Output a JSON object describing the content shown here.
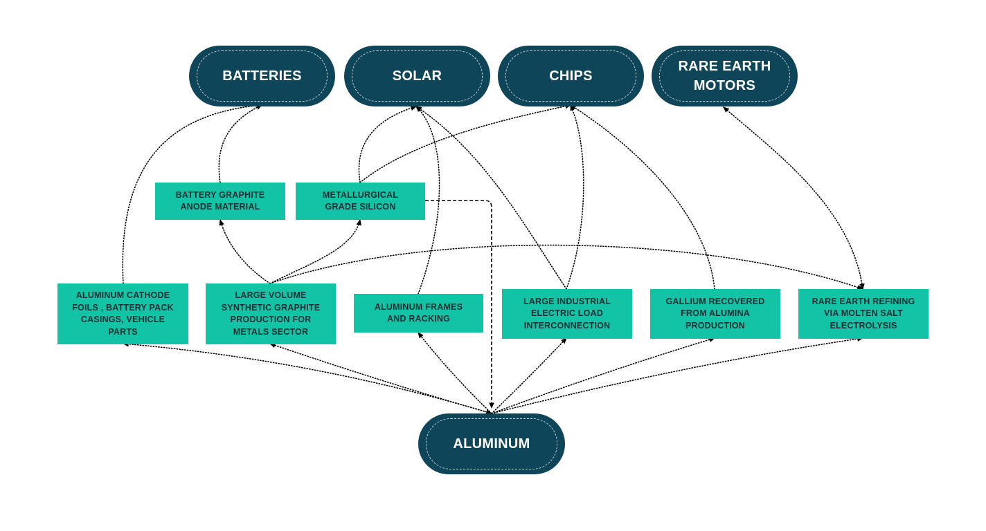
{
  "colors": {
    "pill_fill": "#0e4558",
    "box_fill": "#12c3a6",
    "box_text": "#1f2d33",
    "pill_text": "#ffffff",
    "connector": "#000000"
  },
  "applications": {
    "batteries": "BATTERIES",
    "solar": "SOLAR",
    "chips": "CHIPS",
    "rare_earth_motors": "RARE EARTH\nMOTORS"
  },
  "intermediates": {
    "battery_graphite": "BATTERY GRAPHITE\nANODE MATERIAL",
    "metallurgical_silicon": "METALLURGICAL\nGRADE SILICON"
  },
  "enablers": {
    "cathode_foils": "ALUMINUM CATHODE\nFOILS , BATTERY PACK\nCASINGS, VEHICLE\nPARTS",
    "synthetic_graphite": "LARGE VOLUME\nSYNTHETIC GRAPHITE\nPRODUCTION FOR\nMETALS SECTOR",
    "frames_racking": "ALUMINUM FRAMES\nAND RACKING",
    "electric_load": "LARGE INDUSTRIAL\nELECTRIC LOAD\nINTERCONNECTION",
    "gallium": "GALLIUM RECOVERED\nFROM ALUMINA\nPRODUCTION",
    "rare_earth_refining": "RARE EARTH REFINING\nVIA MOLTEN SALT\nELECTROLYSIS"
  },
  "source": {
    "aluminum": "ALUMINUM"
  }
}
